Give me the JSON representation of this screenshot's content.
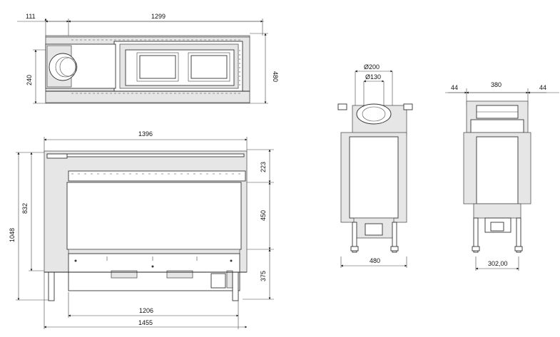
{
  "dimensions": {
    "top_view": {
      "offset": "111",
      "length": "1299",
      "depth": "480",
      "flue_offset": "240"
    },
    "front_view": {
      "width_top": "1396",
      "height_total": "1048",
      "height_body": "832",
      "upper": "223",
      "glass": "450",
      "lower": "375",
      "base_inner": "1206",
      "base_outer": "1455"
    },
    "side_view": {
      "flue_outer": "Ø200",
      "flue_inner": "Ø130",
      "width": "480"
    },
    "back_view": {
      "left_margin": "44",
      "center": "380",
      "right_margin": "44",
      "foot_span": "302,00"
    }
  }
}
